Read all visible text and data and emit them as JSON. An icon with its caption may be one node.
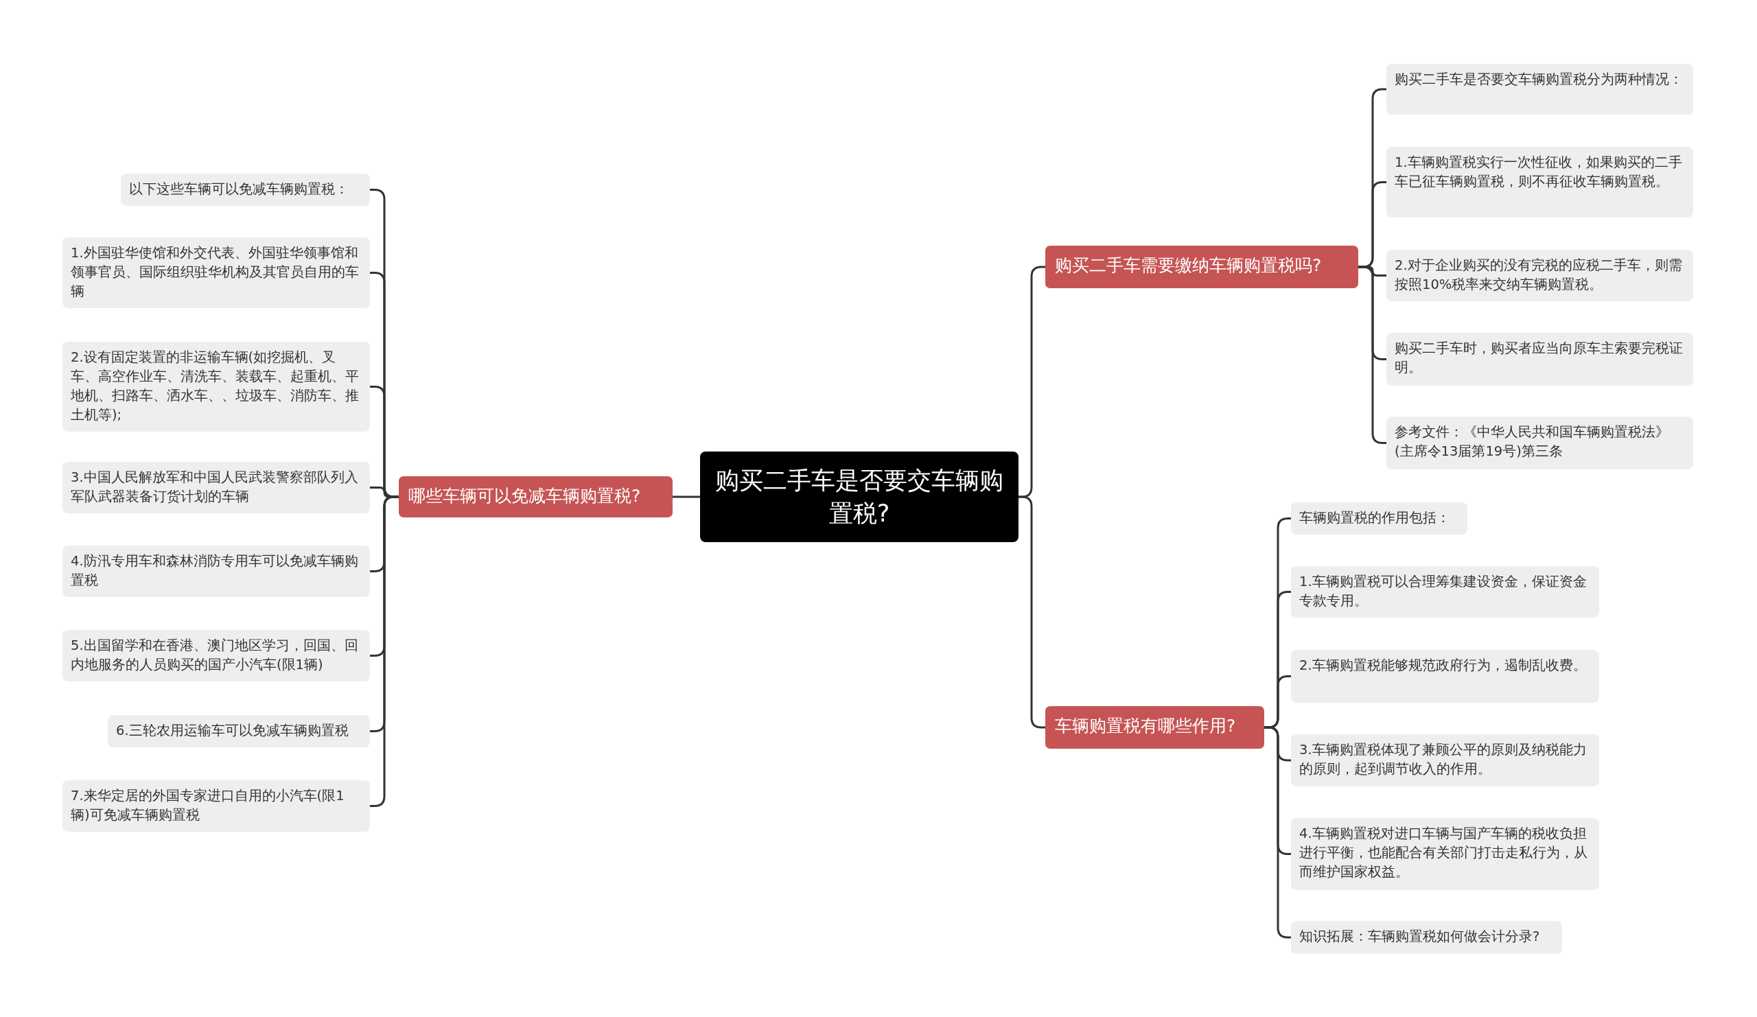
{
  "diagram": {
    "nodes": [
      {
        "text": [
          "购买二手车是否要交车辆购置税?"
        ]
      },
      {
        "text": [
          "购买二手车需要缴纳车辆购置税吗?"
        ]
      },
      {
        "text": [
          "购买二手车是否要交车辆购置税分为两种情况："
        ]
      },
      {
        "text": [
          "1.车辆购置税实行一次性征收，如果购买的二手车已征车辆购置税，则不再征收车辆购置税。"
        ]
      },
      {
        "text": [
          "2.对于企业购买的没有完税的应税二手车，则需按照10%税率来交纳车辆购置税。"
        ]
      },
      {
        "text": [
          "购买二手车时，购买者应当向原车主索要完税证明。"
        ]
      },
      {
        "text": [
          "参考文件：《中华人民共和国车辆购置税法》(主席令13届第19号)第三条"
        ]
      },
      {
        "text": [
          "车辆购置税有哪些作用?"
        ]
      },
      {
        "text": [
          "车辆购置税的作用包括："
        ]
      },
      {
        "text": [
          "1.车辆购置税可以合理筹集建设资金，保证资金专款专用。"
        ]
      },
      {
        "text": [
          "2.车辆购置税能够规范政府行为，遏制乱收费。"
        ]
      },
      {
        "text": [
          "3.车辆购置税体现了兼顾公平的原则及纳税能力的原则，起到调节收入的作用。"
        ]
      },
      {
        "text": [
          "4.车辆购置税对进口车辆与国产车辆的税收负担进行平衡，也能配合有关部门打击走私行为，从而维护国家权益。"
        ]
      },
      {
        "text": [
          "知识拓展：车辆购置税如何做会计分录?"
        ]
      },
      {
        "text": [
          "哪些车辆可以免减车辆购置税?"
        ]
      },
      {
        "text": [
          "以下这些车辆可以免减车辆购置税："
        ]
      },
      {
        "text": [
          "1.外国驻华使馆和外交代表、外国驻华领事馆和领事官员、国际组织驻华机构及其官员自用的车辆"
        ]
      },
      {
        "text": [
          "2.设有固定装置的非运输车辆(如挖掘机、叉车、高空作业车、清洗车、装载车、起重机、平地机、扫路车、洒水车、、垃圾车、消防车、推土机等);"
        ]
      },
      {
        "text": [
          "3.中国人民解放军和中国人民武装警察部队列入军队武器装备订货计划的车辆"
        ]
      },
      {
        "text": [
          "4.防汛专用车和森林消防专用车可以免减车辆购置税"
        ]
      },
      {
        "text": [
          "5.出国留学和在香港、澳门地区学习，回国、回内地服务的人员购买的国产小汽车(限1辆)"
        ]
      },
      {
        "text": [
          "6.三轮农用运输车可以免减车辆购置税"
        ]
      },
      {
        "text": [
          "7.来华定居的外国专家进口自用的小汽车(限1辆)可免减车辆购置税"
        ]
      }
    ],
    "edges": [
      {
        "from": 0,
        "to": 1,
        "arrow": "none"
      },
      {
        "from": 1,
        "to": 2,
        "arrow": "none"
      },
      {
        "from": 1,
        "to": 3,
        "arrow": "none"
      },
      {
        "from": 1,
        "to": 4,
        "arrow": "none"
      },
      {
        "from": 1,
        "to": 5,
        "arrow": "none"
      },
      {
        "from": 1,
        "to": 6,
        "arrow": "none"
      },
      {
        "from": 0,
        "to": 7,
        "arrow": "none"
      },
      {
        "from": 7,
        "to": 8,
        "arrow": "none"
      },
      {
        "from": 7,
        "to": 9,
        "arrow": "none"
      },
      {
        "from": 7,
        "to": 10,
        "arrow": "none"
      },
      {
        "from": 7,
        "to": 11,
        "arrow": "none"
      },
      {
        "from": 7,
        "to": 12,
        "arrow": "none"
      },
      {
        "from": 7,
        "to": 13,
        "arrow": "none"
      },
      {
        "from": 0,
        "to": 14,
        "arrow": "none"
      },
      {
        "from": 14,
        "to": 15,
        "arrow": "none"
      },
      {
        "from": 14,
        "to": 16,
        "arrow": "none"
      },
      {
        "from": 14,
        "to": 17,
        "arrow": "none"
      },
      {
        "from": 14,
        "to": 18,
        "arrow": "none"
      },
      {
        "from": 14,
        "to": 19,
        "arrow": "none"
      },
      {
        "from": 14,
        "to": 20,
        "arrow": "none"
      },
      {
        "from": 14,
        "to": 21,
        "arrow": "none"
      },
      {
        "from": 14,
        "to": 22,
        "arrow": "none"
      }
    ]
  }
}
